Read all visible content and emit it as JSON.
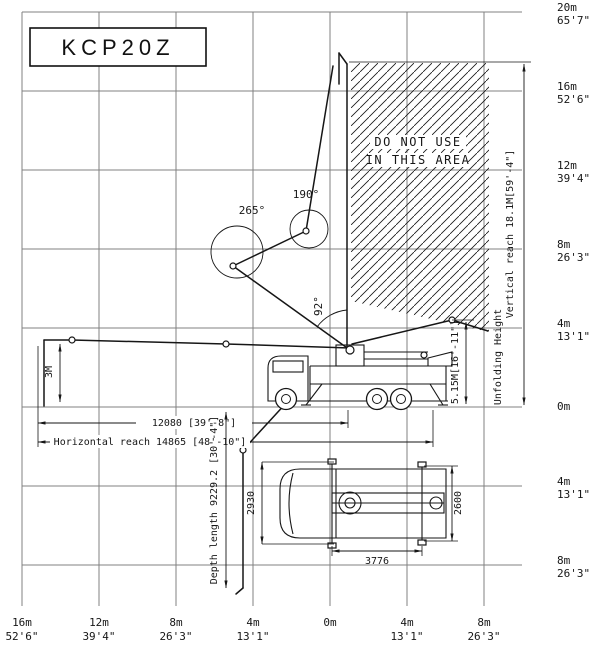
{
  "title": "KCP20Z",
  "warning": {
    "line1": "DO NOT USE",
    "line2": "IN THIS AREA"
  },
  "angles": {
    "a265": "265°",
    "a190": "190°",
    "a92": "92°"
  },
  "dimensions": {
    "vertical_reach": "Vertical reach 18.1M[59'-4\"]",
    "unfolding_height_label": "Unfolding Height",
    "unfold_height": "5.15M[16'-11\"]",
    "boom_span": "12080 [39'-8\"]",
    "horizontal_reach": "Horizontal reach 14865 [48'-10\"]",
    "depth_length": "Depth length 9229.2 [30'-4\"]",
    "end_hose": "3M",
    "front_outrigger_spread": "2930",
    "rear_outrigger_spread": "2600",
    "outrigger_distance": "3776"
  },
  "axes": {
    "right": [
      {
        "metric": "20m",
        "imperial": "65'7\""
      },
      {
        "metric": "16m",
        "imperial": "52'6\""
      },
      {
        "metric": "12m",
        "imperial": "39'4\""
      },
      {
        "metric": "8m",
        "imperial": "26'3\""
      },
      {
        "metric": "4m",
        "imperial": "13'1\""
      },
      {
        "metric": "0m",
        "imperial": ""
      },
      {
        "metric": "4m",
        "imperial": "13'1\""
      },
      {
        "metric": "8m",
        "imperial": "26'3\""
      }
    ],
    "bottom": [
      {
        "metric": "16m",
        "imperial": "52'6\""
      },
      {
        "metric": "12m",
        "imperial": "39'4\""
      },
      {
        "metric": "8m",
        "imperial": "26'3\""
      },
      {
        "metric": "4m",
        "imperial": "13'1\""
      },
      {
        "metric": "0m",
        "imperial": ""
      },
      {
        "metric": "4m",
        "imperial": "13'1\""
      },
      {
        "metric": "8m",
        "imperial": "26'3\""
      }
    ]
  },
  "colors": {
    "line": "#161616",
    "grid": "#818181",
    "background": "#ffffff"
  }
}
